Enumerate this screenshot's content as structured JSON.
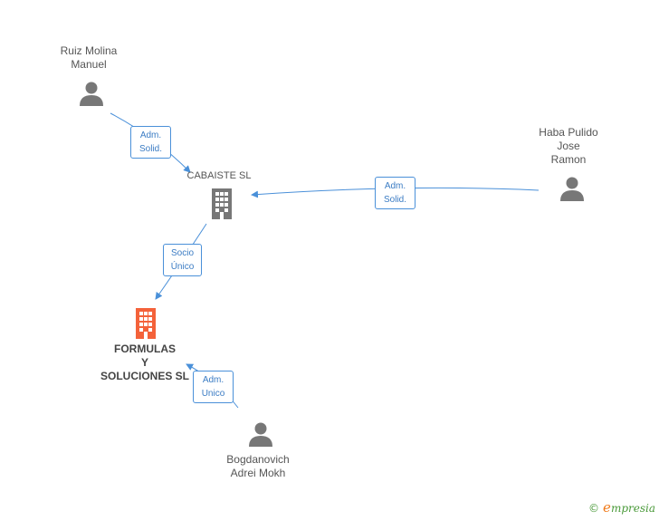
{
  "nodes": {
    "ruiz": {
      "lines": [
        "Ruiz Molina",
        "Manuel"
      ]
    },
    "haba": {
      "lines": [
        "Haba Pulido",
        "Jose",
        "Ramon"
      ]
    },
    "cabaiste": {
      "lines": [
        "CABAISTE SL"
      ]
    },
    "formulas": {
      "lines": [
        "FORMULAS",
        "Y",
        "SOLUCIONES SL"
      ]
    },
    "bogdanovich": {
      "lines": [
        "Bogdanovich",
        "Adrei Mokh"
      ]
    }
  },
  "edges": {
    "ruiz_cabaiste": {
      "lines": [
        "Adm.",
        "Solid."
      ]
    },
    "haba_cabaiste": {
      "lines": [
        "Adm.",
        "Solid."
      ]
    },
    "cabaiste_formulas": {
      "lines": [
        "Socio",
        "Único"
      ]
    },
    "bogdanovich_formulas": {
      "lines": [
        "Adm.",
        "Unico"
      ]
    }
  },
  "colors": {
    "person": "#777777",
    "company": "#777777",
    "focus_company": "#f4623a",
    "edge": "#4a90d9"
  },
  "brand": {
    "copyright": "©",
    "initial": "e",
    "rest": "mpresia"
  }
}
